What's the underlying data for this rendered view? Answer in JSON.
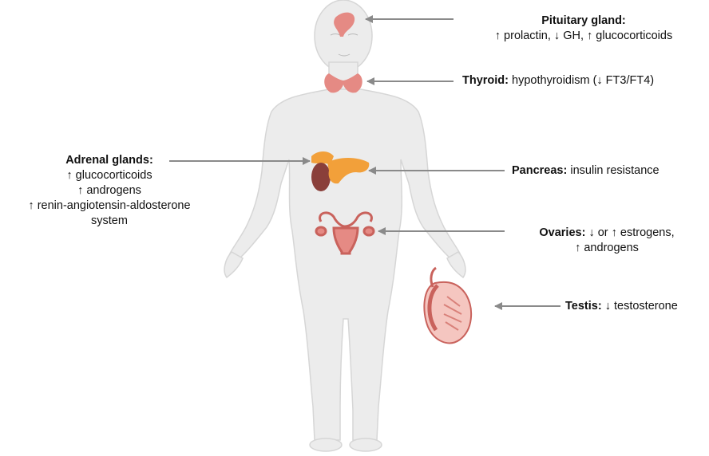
{
  "labels": {
    "pituitary": {
      "title": "Pituitary gland:",
      "text": "↑ prolactin, ↓ GH, ↑ glucocorticoids"
    },
    "thyroid": {
      "title": "Thyroid:",
      "text": "hypothyroidism (↓ FT3/FT4)"
    },
    "adrenal": {
      "title": "Adrenal glands:",
      "line1": "↑ glucocorticoids",
      "line2": "↑ androgens",
      "line3": "↑ renin-angiotensin-aldosterone",
      "line4": "system"
    },
    "pancreas": {
      "title": "Pancreas:",
      "text": "insulin resistance"
    },
    "ovaries": {
      "title": "Ovaries:",
      "text": "↓ or ↑ estrogens,",
      "line2": "↑ androgens"
    },
    "testis": {
      "title": "Testis:",
      "text": "↓ testosterone"
    }
  },
  "colors": {
    "body": "#ececec",
    "body_outline": "#d6d6d6",
    "organ_red": "#e58a84",
    "organ_dark": "#c9625c",
    "adrenal_orange": "#f2a03a",
    "kidney": "#8a3f3a",
    "arrow": "#8a8a8a"
  }
}
